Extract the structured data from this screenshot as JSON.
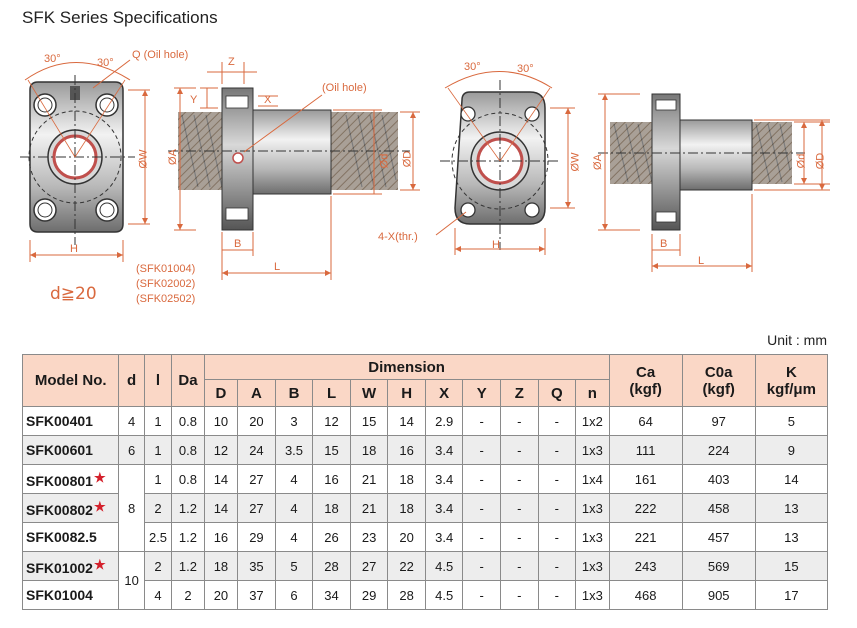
{
  "title": "SFK Series Specifications",
  "drawing": {
    "angle_label": "30°",
    "oil_hole_q": "Q (Oil hole)",
    "oil_hole": "(Oil hole)",
    "dim_z": "Z",
    "dim_y": "Y",
    "dim_x": "X",
    "dim_h": "H",
    "dim_w": "ØW",
    "dim_a": "ØA",
    "dim_d_small": "Ød",
    "dim_d_big": "ØD",
    "dim_b": "B",
    "dim_l": "L",
    "thread": "4-X(thr.)",
    "models_note": [
      "(SFK01004)",
      "(SFK02002)",
      "(SFK02502)"
    ],
    "d_note": "d≧20"
  },
  "unit": "Unit : mm",
  "table": {
    "headers": {
      "model": "Model No.",
      "d": "d",
      "l": "l",
      "da": "Da",
      "dimension": "Dimension",
      "sub": [
        "D",
        "A",
        "B",
        "L",
        "W",
        "H",
        "X",
        "Y",
        "Z",
        "Q",
        "n"
      ],
      "ca": "Ca",
      "ca_unit": "(kgf)",
      "c0a": "C0a",
      "c0a_unit": "(kgf)",
      "k": "K",
      "k_unit": "kgf/μm"
    },
    "star": "★",
    "rows": [
      {
        "model": "SFK00401",
        "star": false,
        "d": "4",
        "l": "1",
        "da": "0.8",
        "dims": [
          "10",
          "20",
          "3",
          "12",
          "15",
          "14",
          "2.9",
          "-",
          "-",
          "-",
          "1x2"
        ],
        "ca": "64",
        "c0a": "97",
        "k": "5"
      },
      {
        "model": "SFK00601",
        "star": false,
        "d": "6",
        "l": "1",
        "da": "0.8",
        "dims": [
          "12",
          "24",
          "3.5",
          "15",
          "18",
          "16",
          "3.4",
          "-",
          "-",
          "-",
          "1x3"
        ],
        "ca": "111",
        "c0a": "224",
        "k": "9"
      },
      {
        "model": "SFK00801",
        "star": true,
        "d": "8",
        "l": "1",
        "da": "0.8",
        "dims": [
          "14",
          "27",
          "4",
          "16",
          "21",
          "18",
          "3.4",
          "-",
          "-",
          "-",
          "1x4"
        ],
        "ca": "161",
        "c0a": "403",
        "k": "14"
      },
      {
        "model": "SFK00802",
        "star": true,
        "d": "8",
        "l": "2",
        "da": "1.2",
        "dims": [
          "14",
          "27",
          "4",
          "18",
          "21",
          "18",
          "3.4",
          "-",
          "-",
          "-",
          "1x3"
        ],
        "ca": "222",
        "c0a": "458",
        "k": "13"
      },
      {
        "model": "SFK0082.5",
        "star": false,
        "d": "8",
        "l": "2.5",
        "da": "1.2",
        "dims": [
          "16",
          "29",
          "4",
          "26",
          "23",
          "20",
          "3.4",
          "-",
          "-",
          "-",
          "1x3"
        ],
        "ca": "221",
        "c0a": "457",
        "k": "13"
      },
      {
        "model": "SFK01002",
        "star": true,
        "d": "10",
        "l": "2",
        "da": "1.2",
        "dims": [
          "18",
          "35",
          "5",
          "28",
          "27",
          "22",
          "4.5",
          "-",
          "-",
          "-",
          "1x3"
        ],
        "ca": "243",
        "c0a": "569",
        "k": "15"
      },
      {
        "model": "SFK01004",
        "star": false,
        "d": "10",
        "l": "4",
        "da": "2",
        "dims": [
          "20",
          "37",
          "6",
          "34",
          "29",
          "28",
          "4.5",
          "-",
          "-",
          "-",
          "1x3"
        ],
        "ca": "468",
        "c0a": "905",
        "k": "17"
      }
    ]
  },
  "colors": {
    "header_bg": "#fad7c6",
    "accent_orange": "#d9693e",
    "star_red": "#d4202b",
    "zebra_gray": "#ededed"
  }
}
